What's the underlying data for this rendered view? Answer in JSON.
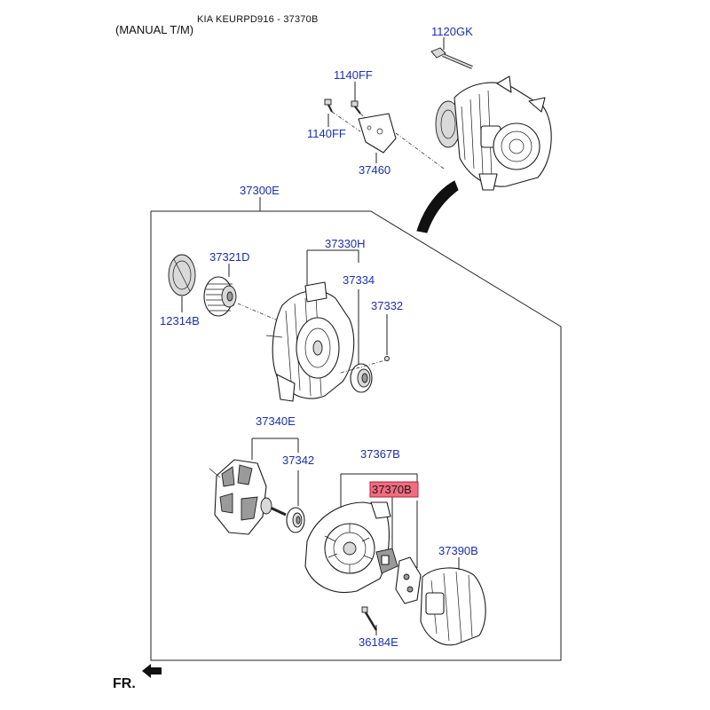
{
  "header": {
    "vehicle_code": "KIA KEURPD916 - 37370B",
    "transmission": "(MANUAL T/M)"
  },
  "direction_label": "FR.",
  "highlight_color": "#f26b7e",
  "label_color": "#1a2fb0",
  "parts": [
    {
      "id": "1120GK",
      "label": "1120GK"
    },
    {
      "id": "1140FF_a",
      "label": "1140FF"
    },
    {
      "id": "1140FF_b",
      "label": "1140FF"
    },
    {
      "id": "37460",
      "label": "37460"
    },
    {
      "id": "37300E",
      "label": "37300E"
    },
    {
      "id": "37330H",
      "label": "37330H"
    },
    {
      "id": "37321D",
      "label": "37321D"
    },
    {
      "id": "37334",
      "label": "37334"
    },
    {
      "id": "37332",
      "label": "37332"
    },
    {
      "id": "12314B",
      "label": "12314B"
    },
    {
      "id": "37340E",
      "label": "37340E"
    },
    {
      "id": "37342",
      "label": "37342"
    },
    {
      "id": "37367B",
      "label": "37367B"
    },
    {
      "id": "37370B",
      "label": "37370B",
      "highlighted": true
    },
    {
      "id": "37390B",
      "label": "37390B"
    },
    {
      "id": "36184E",
      "label": "36184E"
    }
  ]
}
